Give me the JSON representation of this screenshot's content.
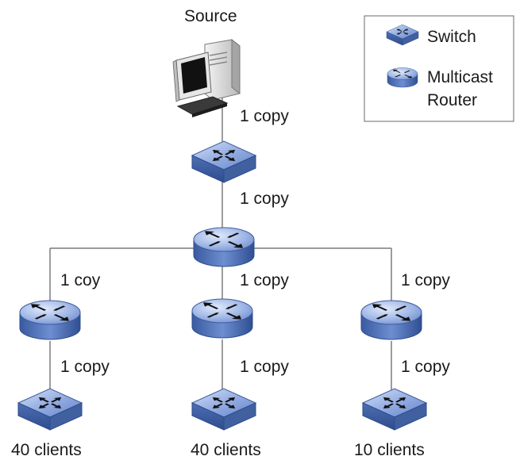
{
  "diagram": {
    "source_label": "Source",
    "legend": {
      "switch_label": "Switch",
      "router_label_line1": "Multicast",
      "router_label_line2": "Router"
    },
    "links": {
      "source_to_switch": "1 copy",
      "switch_to_router": "1 copy",
      "router_to_left_router": "1 coy",
      "router_to_mid_router": "1 copy",
      "router_to_right_router": "1 copy",
      "left_router_to_switch": "1 copy",
      "mid_router_to_switch": "1 copy",
      "right_router_to_switch": "1 copy"
    },
    "clients": {
      "left": "40 clients",
      "mid": "40 clients",
      "right": "10 clients"
    },
    "colors": {
      "device_blue": "#5e7fc4",
      "device_light": "#a9c0ea",
      "device_dark": "#2d4d8e",
      "line": "#7a7a7a"
    }
  }
}
